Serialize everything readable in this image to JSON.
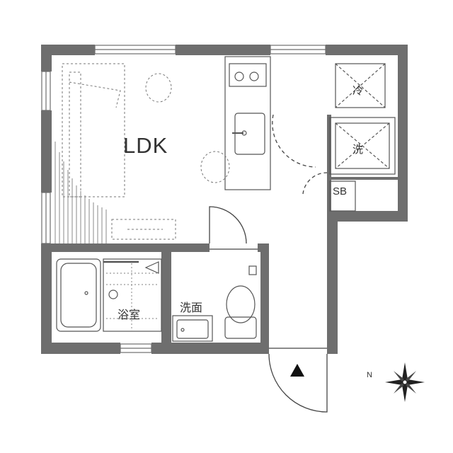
{
  "rooms": {
    "ldk": "LDK",
    "bathroom": "浴室",
    "washroom": "洗面",
    "fridge": "冷",
    "washer": "洗",
    "shoe_box": "SB"
  },
  "compass": {
    "north": "N"
  }
}
